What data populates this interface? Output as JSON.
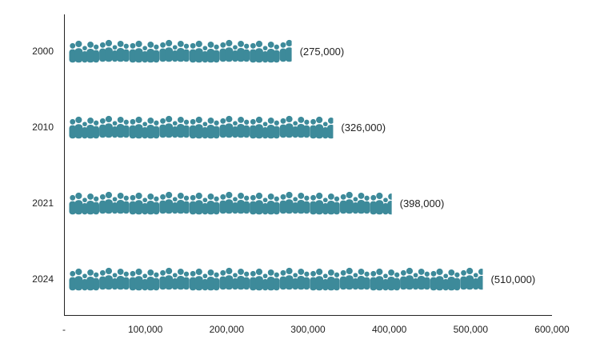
{
  "chart_data": {
    "type": "bar",
    "title": "",
    "xlabel": "",
    "ylabel": "",
    "categories": [
      "2000",
      "2010",
      "2021",
      "2024"
    ],
    "values": [
      275000,
      326000,
      398000,
      510000
    ],
    "data_labels": [
      "(275,000)",
      "(326,000)",
      "(398,000)",
      "(510,000)"
    ],
    "x_ticks": [
      {
        "value": 0,
        "label": "-"
      },
      {
        "value": 100000,
        "label": "100,000"
      },
      {
        "value": 200000,
        "label": "200,000"
      },
      {
        "value": 300000,
        "label": "300,000"
      },
      {
        "value": 400000,
        "label": "400,000"
      },
      {
        "value": 500000,
        "label": "500,000"
      },
      {
        "value": 600000,
        "label": "600,000"
      }
    ],
    "xlim": [
      0,
      600000
    ],
    "grid": false,
    "legend": "none",
    "orientation": "horizontal",
    "mark_style": "pictogram-people",
    "colors": {
      "icon": "#3d8a9a",
      "axis": "#222222"
    }
  }
}
